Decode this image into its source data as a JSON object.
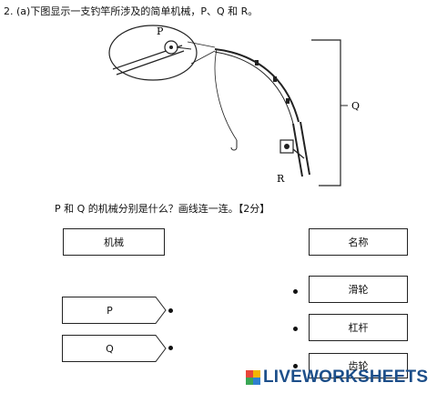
{
  "question": {
    "title": "2. (a)下图显示一支钓竿所涉及的简单机械，P、Q 和 R。",
    "figure_labels": {
      "p": "P",
      "q": "Q",
      "r": "R"
    },
    "prompt": "P 和 Q 的机械分别是什么？画线连一连。【2分】"
  },
  "matching": {
    "left_header": "机械",
    "right_header": "名称",
    "left_items": [
      "P",
      "Q"
    ],
    "right_items": [
      "滑轮",
      "杠杆",
      "齿轮"
    ]
  },
  "watermark": {
    "text": "LIVEWORKSHEETS",
    "colors": [
      "#e8463a",
      "#f4b400",
      "#3aa655",
      "#2f7fd0"
    ]
  }
}
